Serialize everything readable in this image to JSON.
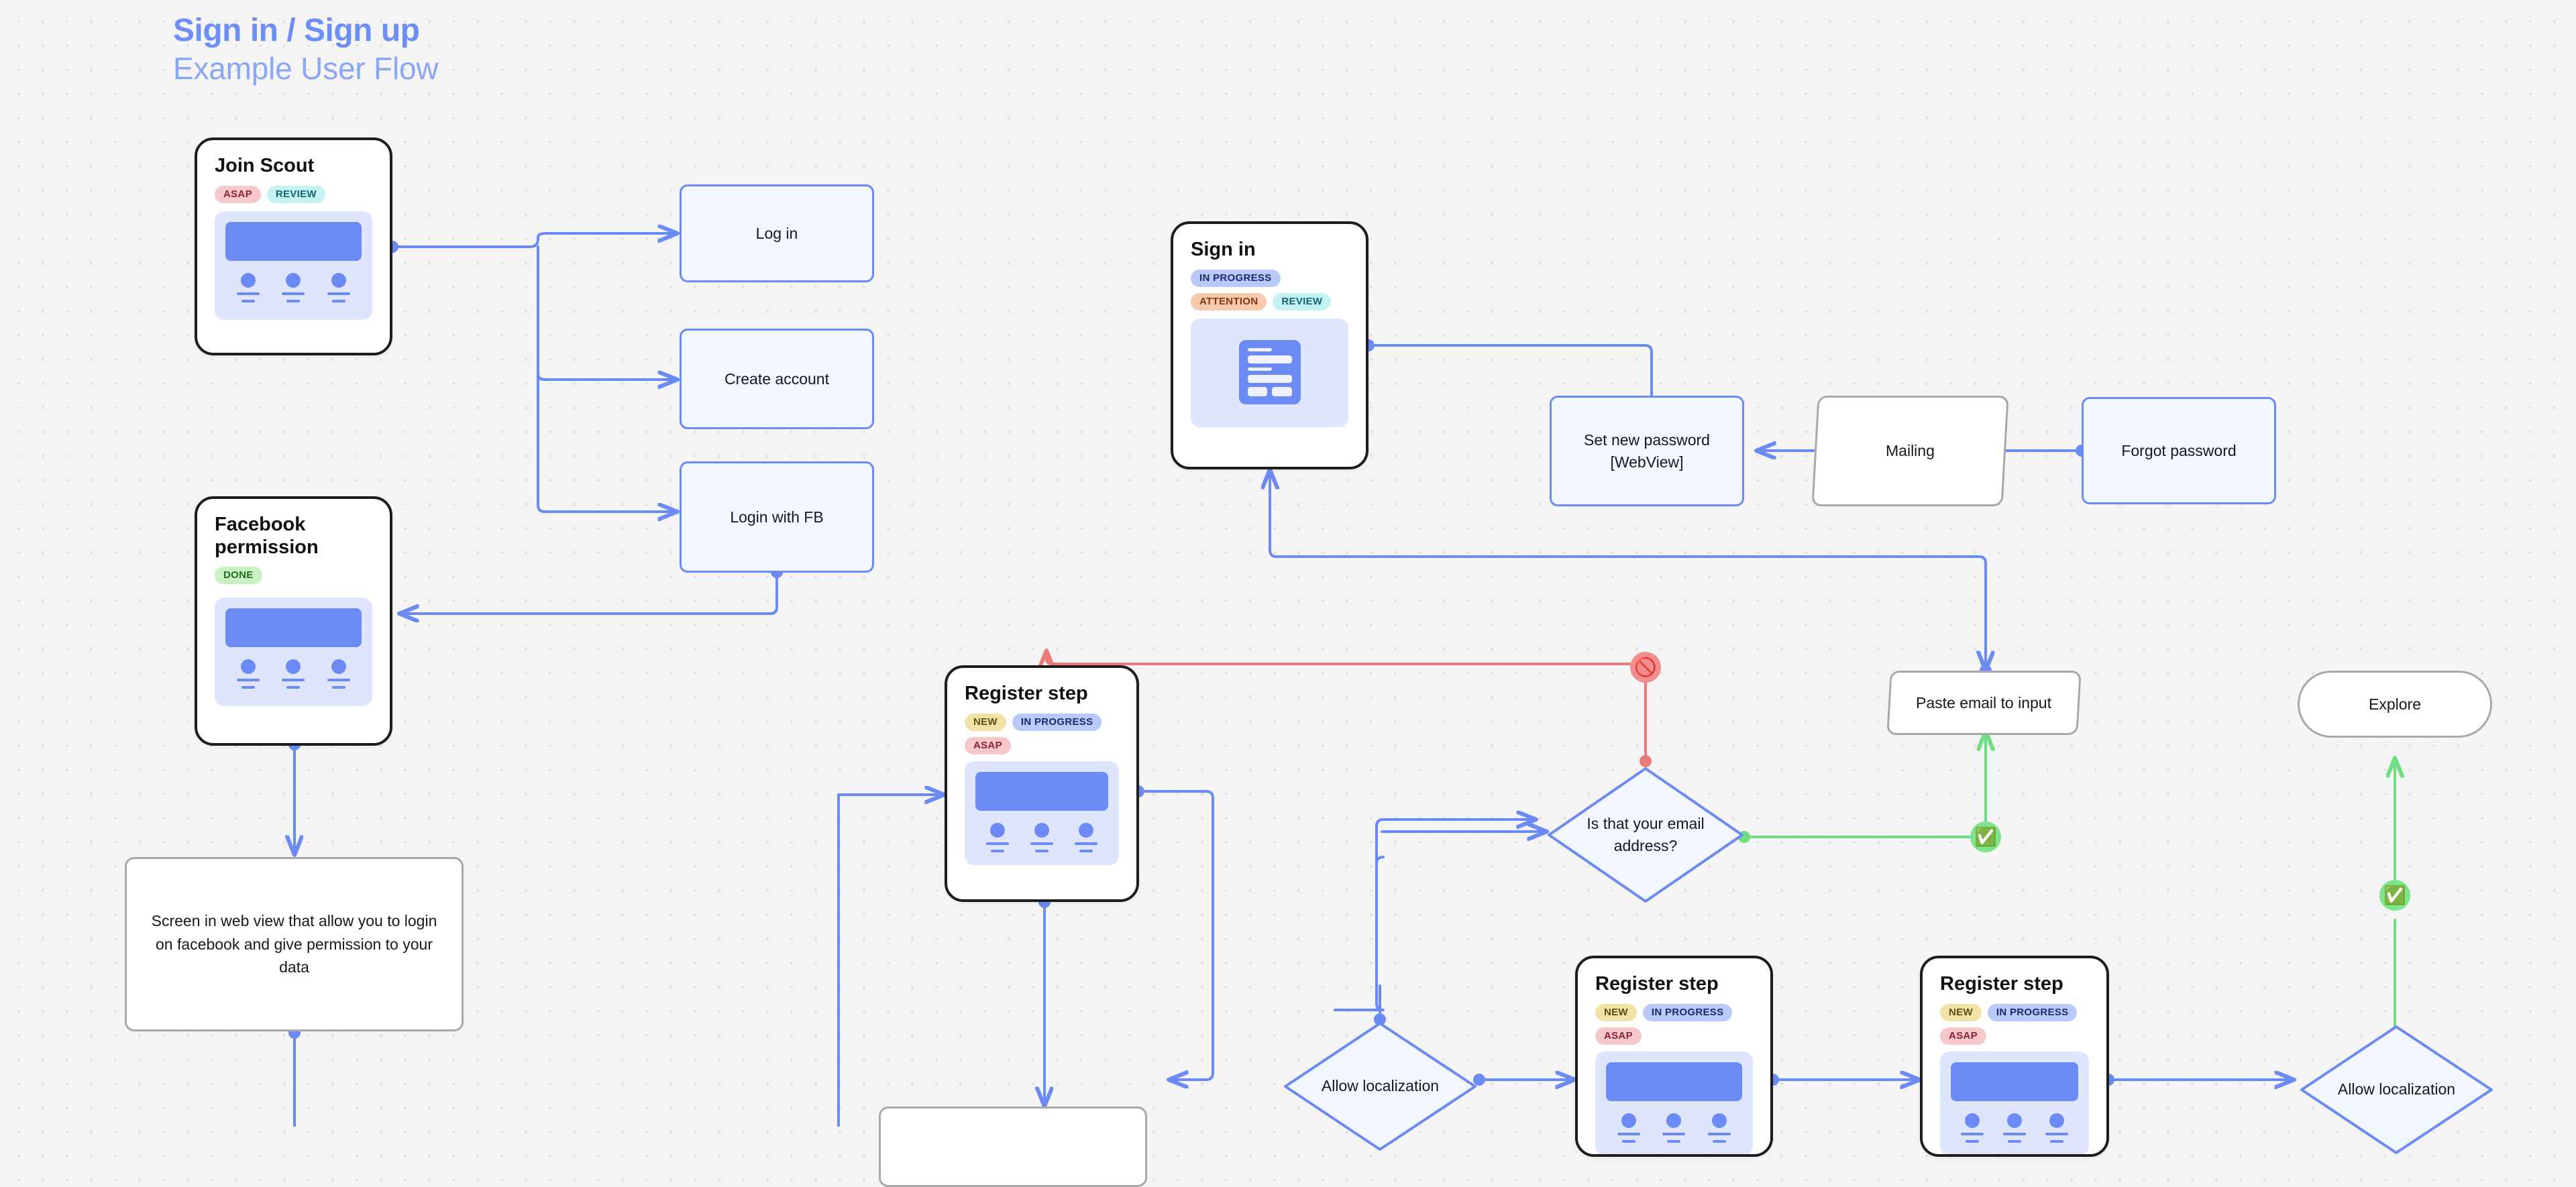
{
  "title": {
    "line1": "Sign in / Sign up",
    "line2": "Example User Flow"
  },
  "colors": {
    "accent_blue": "#6b8af3",
    "title_bold": "#6c8ef5",
    "title_light": "#8aa6f7",
    "edge_blue": "#6b8af3",
    "edge_green": "#6ede83",
    "edge_red": "#e97b7b",
    "card_border": "#1d1d1f",
    "gray_border": "#a8a8a8",
    "canvas_bg": "#f4f4f4"
  },
  "screens": [
    {
      "id": "join-scout",
      "title": "Join Scout",
      "tags": [
        {
          "label": "ASAP",
          "kind": "asap"
        },
        {
          "label": "REVIEW",
          "kind": "review"
        }
      ],
      "preview": "list-wireframe"
    },
    {
      "id": "facebook-permission",
      "title": "Facebook permission",
      "tags": [
        {
          "label": "DONE",
          "kind": "done"
        }
      ],
      "preview": "list-wireframe"
    },
    {
      "id": "sign-in",
      "title": "Sign in",
      "tags": [
        {
          "label": "IN PROGRESS",
          "kind": "inprogress"
        },
        {
          "label": "ATTENTION",
          "kind": "attention"
        },
        {
          "label": "REVIEW",
          "kind": "review"
        }
      ],
      "preview": "form-wireframe"
    },
    {
      "id": "register-step-1",
      "title": "Register step",
      "tags": [
        {
          "label": "NEW",
          "kind": "new"
        },
        {
          "label": "IN PROGRESS",
          "kind": "inprogress"
        },
        {
          "label": "ASAP",
          "kind": "asap"
        }
      ],
      "preview": "list-wireframe"
    },
    {
      "id": "register-step-2",
      "title": "Register step",
      "tags": [
        {
          "label": "NEW",
          "kind": "new"
        },
        {
          "label": "IN PROGRESS",
          "kind": "inprogress"
        },
        {
          "label": "ASAP",
          "kind": "asap"
        }
      ],
      "preview": "list-wireframe"
    },
    {
      "id": "register-step-3",
      "title": "Register step",
      "tags": [
        {
          "label": "NEW",
          "kind": "new"
        },
        {
          "label": "IN PROGRESS",
          "kind": "inprogress"
        },
        {
          "label": "ASAP",
          "kind": "asap"
        }
      ],
      "preview": "list-wireframe"
    }
  ],
  "process_boxes": [
    {
      "id": "log-in",
      "label": "Log in"
    },
    {
      "id": "create-account",
      "label": "Create account"
    },
    {
      "id": "login-with-fb",
      "label": "Login with FB"
    },
    {
      "id": "set-new-password",
      "label": "Set new password [WebView]"
    },
    {
      "id": "forgot-password",
      "label": "Forgot password"
    }
  ],
  "note_boxes": [
    {
      "id": "facebook-webview-note",
      "label": "Screen in web view that allow you to login on facebook and give permission to your data"
    },
    {
      "id": "mailing",
      "label": "Mailing"
    },
    {
      "id": "paste-email-to-input",
      "label": "Paste email to input"
    },
    {
      "id": "explore",
      "label": "Explore"
    }
  ],
  "decisions": [
    {
      "id": "is-that-your-email-address",
      "label": "Is that your email address?"
    },
    {
      "id": "allow-localization-left",
      "label": "Allow localization"
    },
    {
      "id": "allow-localization-right",
      "label": "Allow localization"
    }
  ],
  "status_bubbles": [
    {
      "id": "email-denied",
      "glyph": "🚫",
      "kind": "no"
    },
    {
      "id": "email-confirmed",
      "glyph": "✅",
      "kind": "ok"
    },
    {
      "id": "localization-confirmed",
      "glyph": "✅",
      "kind": "ok"
    }
  ]
}
